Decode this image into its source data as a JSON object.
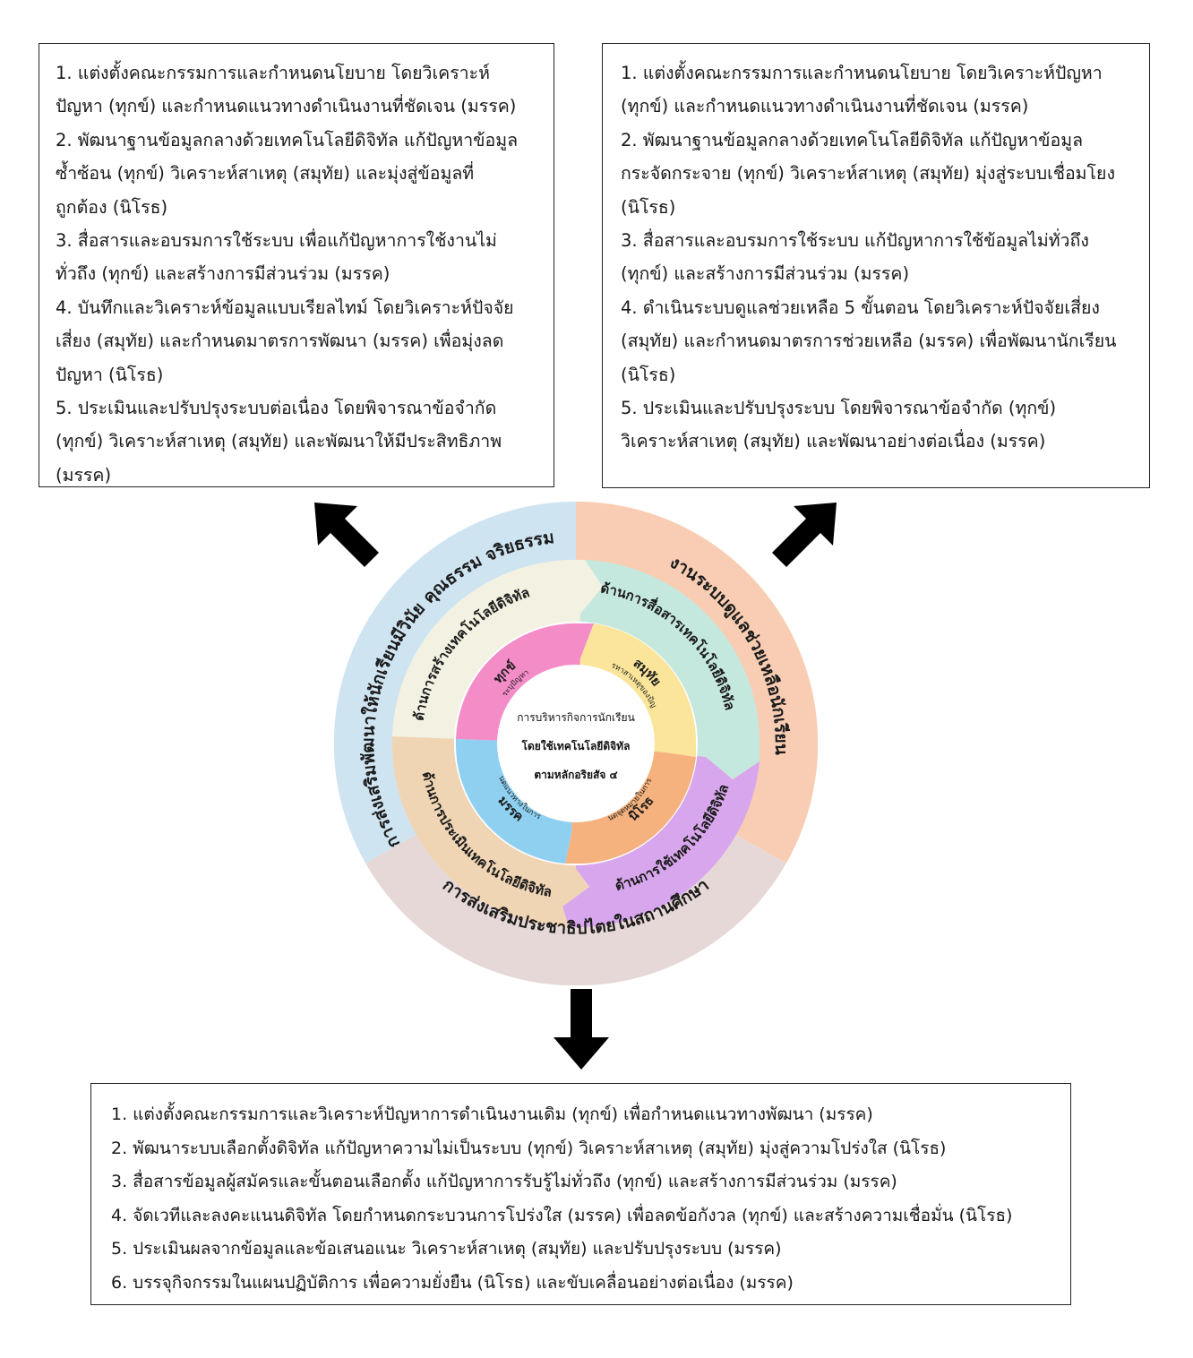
{
  "top_left_box": {
    "lines": [
      "1. แต่งตั้งคณะกรรมการและกำหนดนโยบาย โดยวิเคราะห์",
      "ปัญหา (ทุกข์) และกำหนดแนวทางดำเนินงานที่ชัดเจน (มรรค)",
      "2. พัฒนาฐานข้อมูลกลางด้วยเทคโนโลยีดิจิทัล แก้ปัญหาข้อมูล",
      "ซ้ำซ้อน (ทุกข์) วิเคราะห์สาเหตุ (สมุทัย) และมุ่งสู่ข้อมูลที่",
      "ถูกต้อง (นิโรธ)",
      "3. สื่อสารและอบรมการใช้ระบบ เพื่อแก้ปัญหาการใช้งานไม่",
      "ทั่วถึง (ทุกข์) และสร้างการมีส่วนร่วม (มรรค)",
      "4. บันทึกและวิเคราะห์ข้อมูลแบบเรียลไทม์ โดยวิเคราะห์ปัจจัย",
      "เสี่ยง (สมุทัย) และกำหนดมาตรการพัฒนา (มรรค) เพื่อมุ่งลด",
      "ปัญหา (นิโรธ)",
      "5. ประเมินและปรับปรุงระบบต่อเนื่อง โดยพิจารณาข้อจำกัด",
      "(ทุกข์) วิเคราะห์สาเหตุ (สมุทัย) และพัฒนาให้มีประสิทธิภาพ",
      "(มรรค)"
    ]
  },
  "top_right_box": {
    "lines": [
      "1. แต่งตั้งคณะกรรมการและกำหนดนโยบาย โดยวิเคราะห์ปัญหา",
      "(ทุกข์) และกำหนดแนวทางดำเนินงานที่ชัดเจน (มรรค)",
      "2. พัฒนาฐานข้อมูลกลางด้วยเทคโนโลยีดิจิทัล แก้ปัญหาข้อมูล",
      "กระจัดกระจาย (ทุกข์) วิเคราะห์สาเหตุ (สมุทัย) มุ่งสู่ระบบเชื่อมโยง",
      "(นิโรธ)",
      "3. สื่อสารและอบรมการใช้ระบบ แก้ปัญหาการใช้ข้อมูลไม่ทั่วถึง",
      "(ทุกข์) และสร้างการมีส่วนร่วม (มรรค)",
      "4. ดำเนินระบบดูแลช่วยเหลือ 5 ขั้นตอน โดยวิเคราะห์ปัจจัยเสี่ยง",
      "(สมุทัย) และกำหนดมาตรการช่วยเหลือ (มรรค) เพื่อพัฒนานักเรียน",
      "(นิโรธ)",
      "5. ประเมินและปรับปรุงระบบ โดยพิจารณาข้อจำกัด (ทุกข์)",
      "วิเคราะห์สาเหตุ (สมุทัย) และพัฒนาอย่างต่อเนื่อง (มรรค)"
    ]
  },
  "bottom_box": {
    "lines": [
      "1. แต่งตั้งคณะกรรมการและวิเคราะห์ปัญหาการดำเนินงานเดิม (ทุกข์) เพื่อกำหนดแนวทางพัฒนา (มรรค)",
      "2. พัฒนาระบบเลือกตั้งดิจิทัล แก้ปัญหาความไม่เป็นระบบ (ทุกข์) วิเคราะห์สาเหตุ (สมุทัย) มุ่งสู่ความโปร่งใส (นิโรธ)",
      "3. สื่อสารข้อมูลผู้สมัครและขั้นตอนเลือกตั้ง แก้ปัญหาการรับรู้ไม่ทั่วถึง (ทุกข์) และสร้างการมีส่วนร่วม (มรรค)",
      "4. จัดเวทีและลงคะแนนดิจิทัล โดยกำหนดกระบวนการโปร่งใส (มรรค) เพื่อลดข้อกังวล (ทุกข์) และสร้างความเชื่อมั่น (นิโรธ)",
      "5. ประเมินผลจากข้อมูลและข้อเสนอแนะ วิเคราะห์สาเหตุ (สมุทัย) และปรับปรุงระบบ (มรรค)",
      "6. บรรจุกิจกรรมในแผนปฏิบัติการ เพื่อความยั่งยืน (นิโรธ) และขับเคลื่อนอย่างต่อเนื่อง (มรรค)"
    ]
  },
  "wheel": {
    "center": [
      "การบริหารกิจการนักเรียน",
      "โดยใช้เทคโนโลยีดิจิทัล",
      "ตามหลักอริยสัจ ๔"
    ],
    "outer": {
      "left": "การส่งเสริมพัฒนาให้นักเรียนมีวินัย คุณธรรม จริยธรรม",
      "right": "งานระบบดูแลช่วยเหลือนักเรียน",
      "bottom": "การส่งเสริมประชาธิปไตยในสถานศึกษา"
    },
    "middle": {
      "top_left": "ด้านการสร้างเทคโนโลยีดิจิทัล",
      "top_right": "ด้านการสื่อสารเทคโนโลยีดิจิทัล",
      "bottom_right": "ด้านการใช้เทคโนโลยีดิจิทัล",
      "bottom_left": "ด้านการประเมินเทคโนโลยีดิจิทัล"
    },
    "inner": {
      "dukkha": {
        "title": "ทุกข์",
        "sub": "ระบุปัญหา"
      },
      "samudaya": {
        "title": "สมุทัย",
        "sub": "การหาสาเหตุของปัญหา"
      },
      "nirodha": {
        "title": "นิโรธ",
        "sub": "การกำหนดจุดหมายในการแก้ปัญหา"
      },
      "magga": {
        "title": "มรรค",
        "sub": "การกำหนดแนวทางในการแก้ปัญหา"
      }
    },
    "colors": {
      "outer_left": "#cfe4f1",
      "outer_right": "#f8cdb3",
      "outer_bottom": "#e6d8d6",
      "mid_top_left": "#f3f2e2",
      "mid_top_right": "#c5e8de",
      "mid_bottom_right": "#d8a6ec",
      "mid_bottom_left": "#f0d5b5",
      "inner_dukkha": "#f48cc8",
      "inner_samudaya": "#fbe59a",
      "inner_nirodha": "#f5b27f",
      "inner_magga": "#8fd0f1"
    }
  }
}
